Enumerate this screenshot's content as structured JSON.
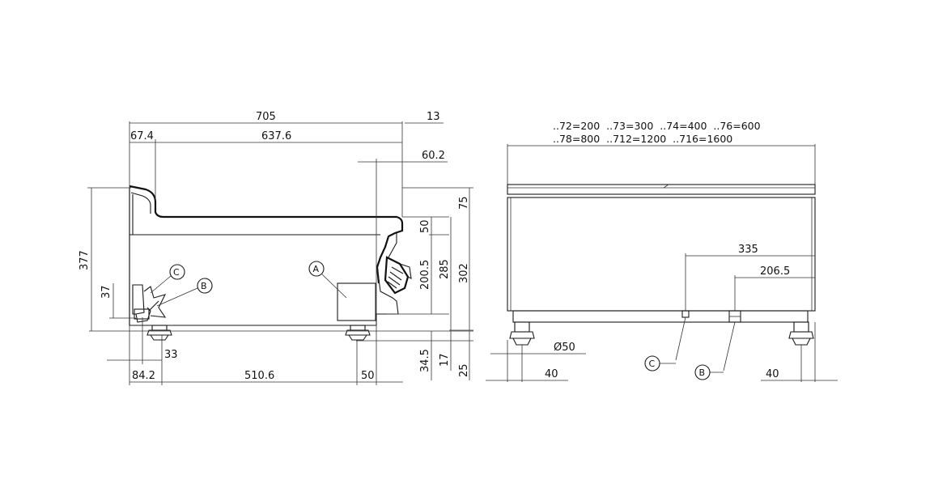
{
  "side_view": {
    "dims": {
      "width_total": "705",
      "offset_13": "13",
      "left_674": "67.4",
      "width_6376": "637.6",
      "offset_602": "60.2",
      "height_377": "377",
      "height_37": "37",
      "height_75": "75",
      "height_50": "50",
      "height_2005": "200.5",
      "height_285": "285",
      "height_302": "302",
      "height_345": "34.5",
      "height_17": "17",
      "height_25": "25",
      "bottom_33": "33",
      "bottom_842": "84.2",
      "bottom_5106": "510.6",
      "bottom_50": "50"
    },
    "labels": {
      "a": "A",
      "b": "B",
      "c": "C"
    }
  },
  "front_view": {
    "width_table": {
      "row1": "..72=200  ..73=300  ..74=400  ..76=600",
      "row2": "..78=800  ..712=1200  ..716=1600"
    },
    "dims": {
      "d335": "335",
      "d2065": "206.5",
      "diam50": "Ø50",
      "left_40": "40",
      "right_40": "40"
    },
    "labels": {
      "b": "B",
      "c": "C"
    }
  }
}
